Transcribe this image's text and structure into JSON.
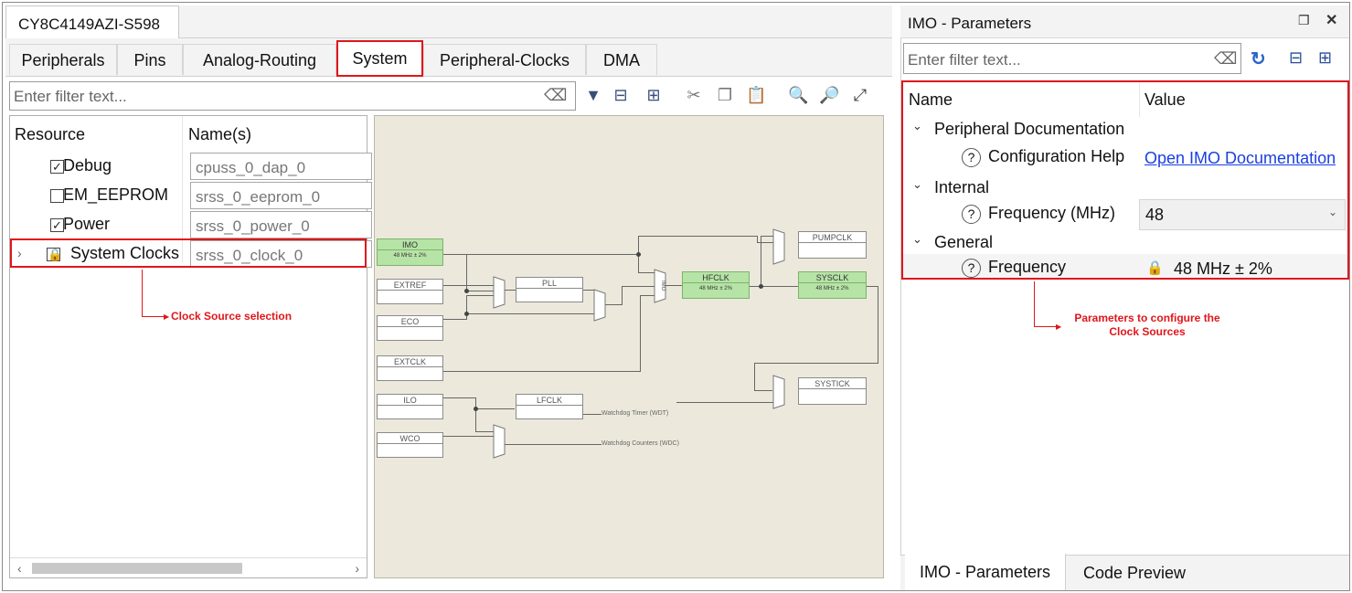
{
  "device_tab": "CY8C4149AZI-S598",
  "tabs": [
    {
      "label": "Peripherals"
    },
    {
      "label": "Pins"
    },
    {
      "label": "Analog-Routing"
    },
    {
      "label": "System"
    },
    {
      "label": "Peripheral-Clocks"
    },
    {
      "label": "DMA"
    }
  ],
  "filter_placeholder": "Enter filter text...",
  "resource_table": {
    "headers": {
      "resource": "Resource",
      "names": "Name(s)"
    },
    "rows": [
      {
        "label": "Debug",
        "value": "cpuss_0_dap_0",
        "checked": true
      },
      {
        "label": "EM_EEPROM",
        "value": "srss_0_eeprom_0",
        "checked": false
      },
      {
        "label": "Power",
        "value": "srss_0_power_0",
        "checked": true
      },
      {
        "label": "System Clocks",
        "value": "srss_0_clock_0",
        "checked": true
      }
    ]
  },
  "annotations": {
    "clock_source": "Clock Source selection",
    "params": "Parameters to configure the Clock Sources"
  },
  "diagram": {
    "imo": "IMO",
    "imo_freq": "48 MHz ± 2%",
    "extref": "EXTREF",
    "eco": "ECO",
    "extclk": "EXTCLK",
    "ilo": "ILO",
    "wco": "WCO",
    "pll": "PLL",
    "lfclk": "LFCLK",
    "hfclk": "HFCLK",
    "hfclk_freq": "48 MHz ± 2%",
    "pumpclk": "PUMPCLK",
    "sysclk": "SYSCLK",
    "sysclk_freq": "48 MHz ± 2%",
    "systick": "SYSTICK",
    "mux_label": "IMO",
    "wdt": "Watchdog Timer (WDT)",
    "wdc": "Watchdog Counters (WDC)"
  },
  "right_panel": {
    "title": "IMO - Parameters",
    "filter_placeholder": "Enter filter text...",
    "headers": {
      "name": "Name",
      "value": "Value"
    },
    "groups": {
      "doc": "Peripheral Documentation",
      "internal": "Internal",
      "general": "General"
    },
    "config_help": "Configuration Help",
    "doc_link": "Open IMO Documentation",
    "freq_mhz": "Frequency (MHz)",
    "freq_mhz_value": "48",
    "frequency": "Frequency",
    "frequency_value": "48 MHz ± 2%"
  },
  "bottom_tabs": {
    "params": "IMO - Parameters",
    "code": "Code Preview"
  }
}
